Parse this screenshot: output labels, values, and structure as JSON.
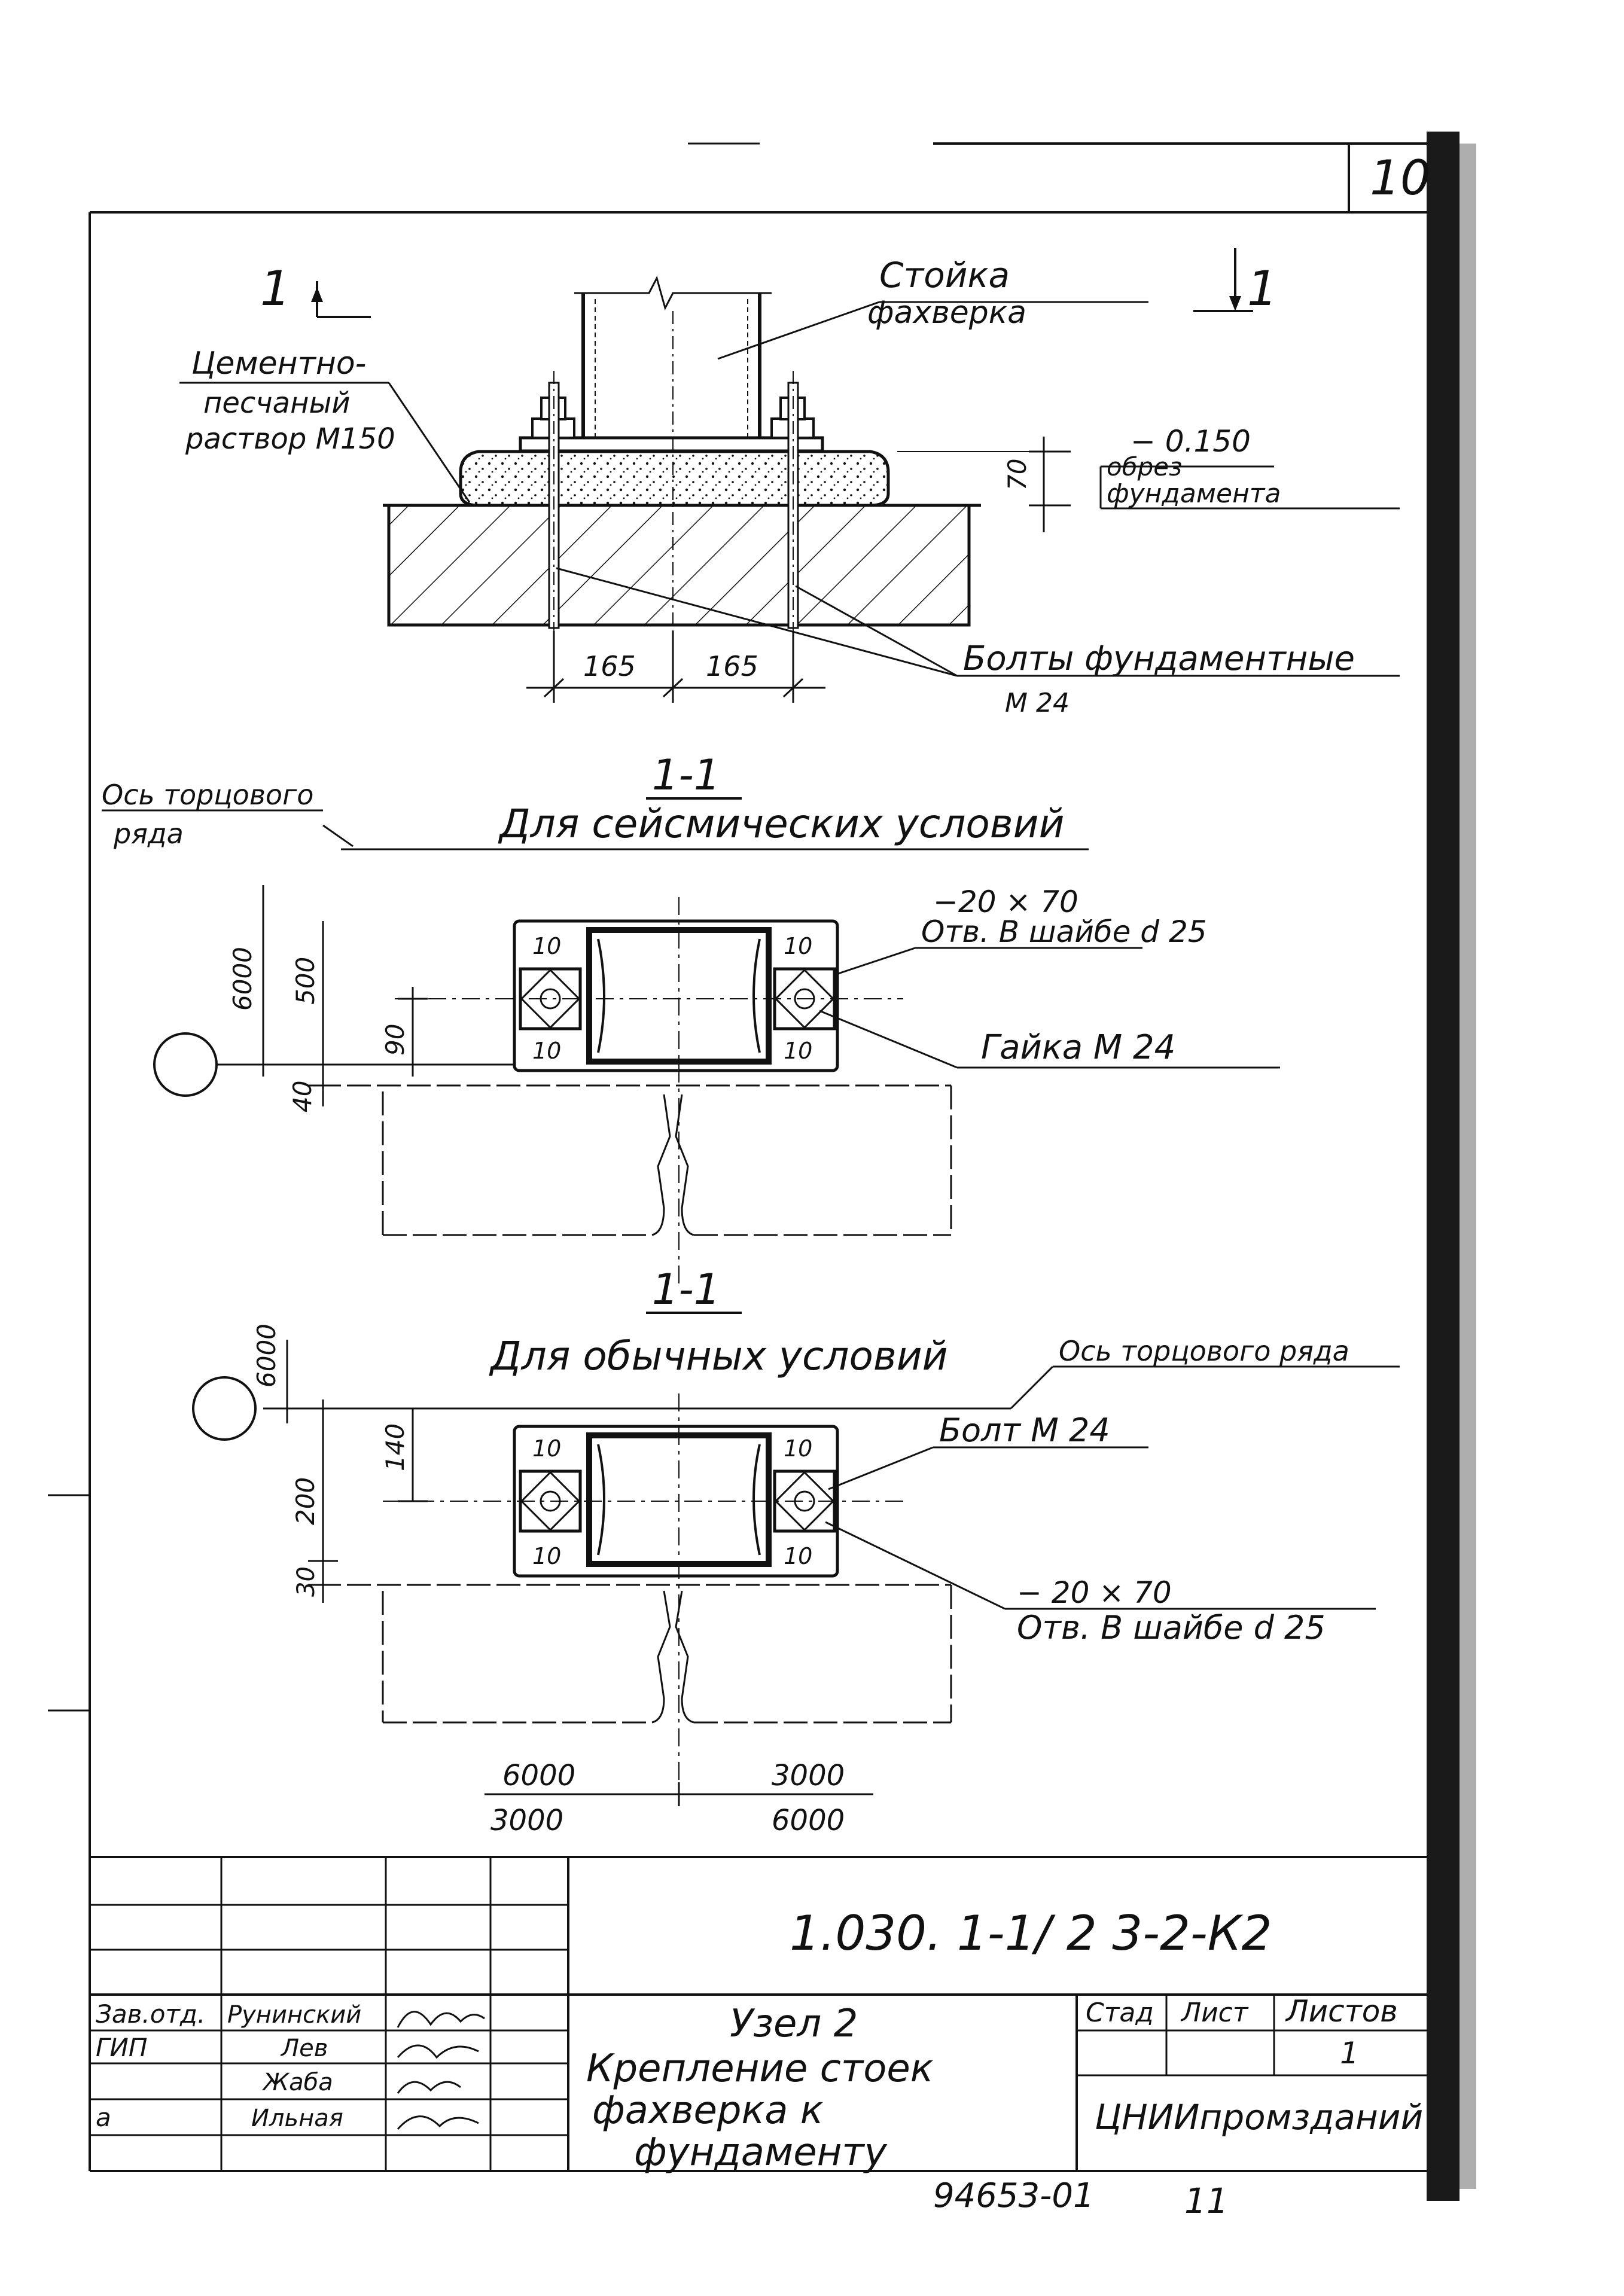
{
  "sheet": {
    "number": "10",
    "bottom_number": "11",
    "stamp_number": "94653-01"
  },
  "node_top": {
    "section_mark_left": "1",
    "section_mark_right": "1",
    "column_label_1": "Стойка",
    "column_label_2": "фахверка",
    "mortar_label_1": "Цементно-",
    "mortar_label_2": "песчаный",
    "mortar_label_3": "раствор  М150",
    "level": "− 0.150",
    "foundation_label_1": "обрез",
    "foundation_label_2": "фундамента",
    "dim_thickness": "70",
    "dim_left": "165",
    "dim_right": "165",
    "bolts_label_1": "Болты фундаментные",
    "bolts_label_2": "М 24"
  },
  "section_seismic": {
    "mark": "1-1",
    "title": "Для   сейсмических  условий",
    "axis_label_1": "Ось  торцового",
    "axis_label_2": "ряда",
    "plate": "−20 × 70",
    "hole": "Отв. В шайбе  d 25",
    "nut": "Гайка  М 24",
    "weld": "10",
    "dim_6000": "6000",
    "dim_500": "500",
    "dim_90": "90",
    "dim_40": "40"
  },
  "section_normal": {
    "mark": "1-1",
    "title": "Для  обычных  условий",
    "axis_label": "Ось  торцового  ряда",
    "bolt": "Болт  М 24",
    "plate": "− 20 × 70",
    "hole": "Отв. В шайбе  d 25",
    "weld": "10",
    "dim_6000": "6000",
    "dim_140": "140",
    "dim_200": "200",
    "dim_30": "30",
    "span_left_top": "6000",
    "span_left_bottom": "3000",
    "span_right_top": "3000",
    "span_right_bottom": "6000"
  },
  "title_block": {
    "code": "1.030. 1-1/ 2 3-2-К2",
    "rows": [
      {
        "role": "Зав.отд.",
        "name": "Рунинский"
      },
      {
        "role": "ГИП",
        "name": "Лев"
      },
      {
        "role": "",
        "name": "Жаба"
      },
      {
        "role": "а",
        "name": "Ильная"
      }
    ],
    "node_1": "Узел  2",
    "node_2": "Крепление  стоек",
    "node_3": "фахверка   к",
    "node_4": "фундаменту",
    "stage_header": "Стад",
    "sheet_header": "Лист",
    "sheets_header": "Листов",
    "sheets_value": "1",
    "org": "ЦНИИпромзданий"
  }
}
